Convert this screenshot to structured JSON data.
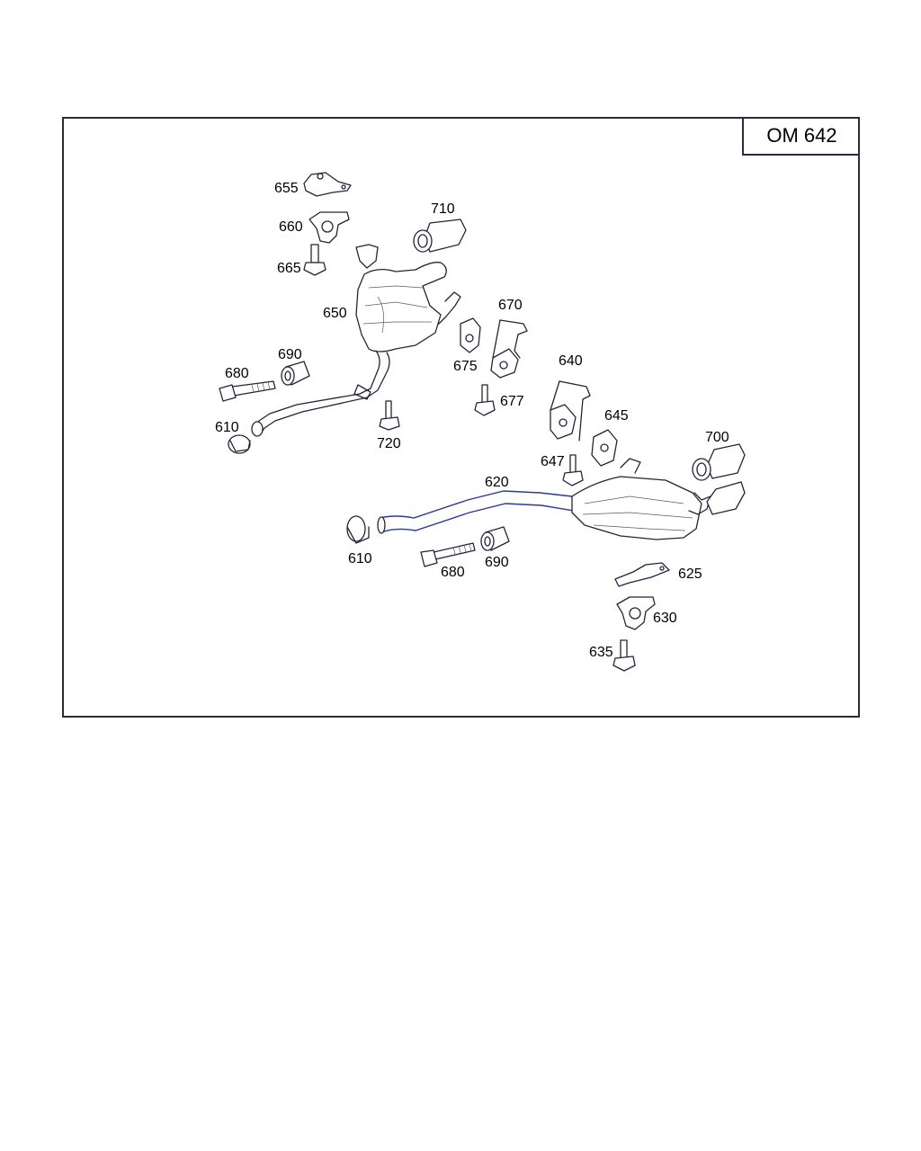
{
  "diagram": {
    "title": "OM 642",
    "callouts": [
      {
        "id": "655",
        "text": "655"
      },
      {
        "id": "660",
        "text": "660"
      },
      {
        "id": "665",
        "text": "665"
      },
      {
        "id": "710",
        "text": "710"
      },
      {
        "id": "650",
        "text": "650"
      },
      {
        "id": "690a",
        "text": "690"
      },
      {
        "id": "680a",
        "text": "680"
      },
      {
        "id": "610a",
        "text": "610"
      },
      {
        "id": "720",
        "text": "720"
      },
      {
        "id": "670",
        "text": "670"
      },
      {
        "id": "675",
        "text": "675"
      },
      {
        "id": "677",
        "text": "677"
      },
      {
        "id": "640",
        "text": "640"
      },
      {
        "id": "645",
        "text": "645"
      },
      {
        "id": "647",
        "text": "647"
      },
      {
        "id": "700",
        "text": "700"
      },
      {
        "id": "620",
        "text": "620"
      },
      {
        "id": "610b",
        "text": "610"
      },
      {
        "id": "680b",
        "text": "680"
      },
      {
        "id": "690b",
        "text": "690"
      },
      {
        "id": "625",
        "text": "625"
      },
      {
        "id": "630",
        "text": "630"
      },
      {
        "id": "635",
        "text": "635"
      }
    ]
  }
}
